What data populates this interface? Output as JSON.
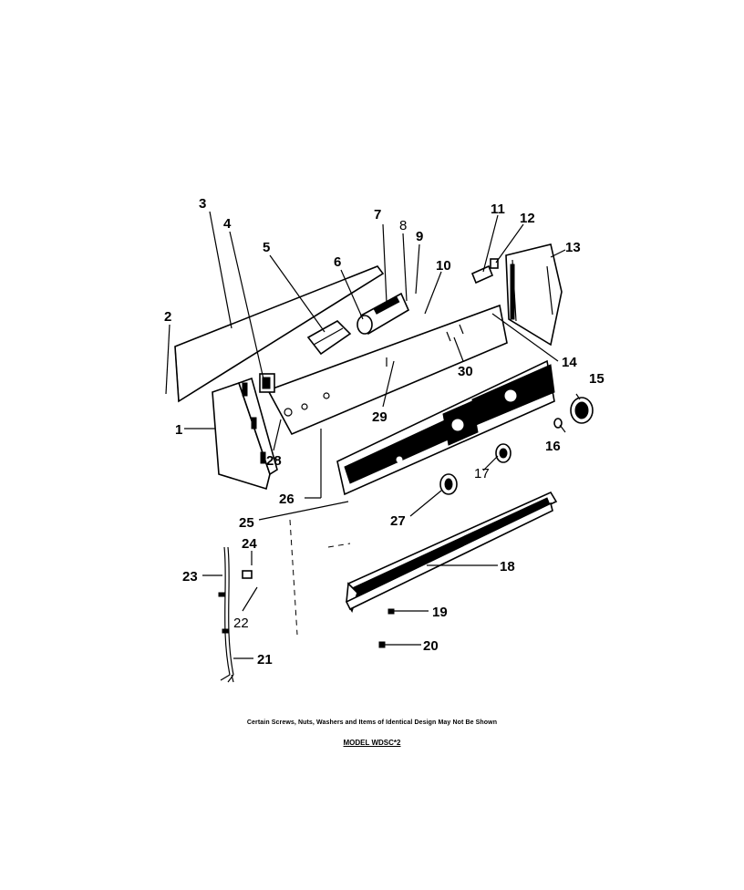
{
  "diagram": {
    "disclaimer": "Certain Screws, Nuts, Washers and Items of Identical Design May Not Be Shown",
    "model": "MODEL WDSC*2",
    "callouts": [
      "1",
      "2",
      "3",
      "4",
      "5",
      "6",
      "7",
      "8",
      "9",
      "10",
      "11",
      "12",
      "13",
      "14",
      "15",
      "16",
      "17",
      "18",
      "19",
      "20",
      "21",
      "22",
      "23",
      "24",
      "25",
      "26",
      "27",
      "28",
      "29",
      "30"
    ]
  }
}
